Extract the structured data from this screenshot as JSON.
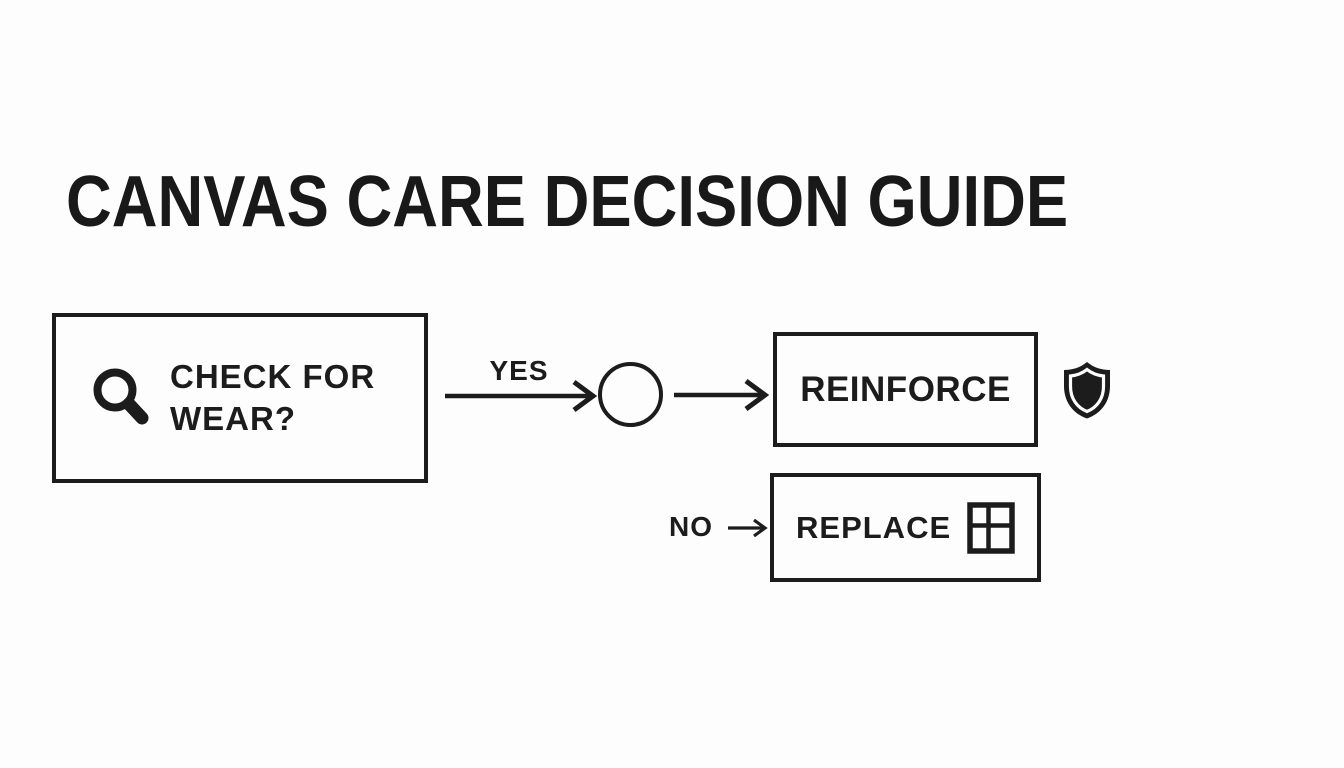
{
  "canvas": {
    "background": "#fdfdfd",
    "ink": "#1c1c1c"
  },
  "header": {
    "title": "CANVAS CARE DECISION GUIDE"
  },
  "flowchart": {
    "decision": {
      "label": "CHECK FOR\nWEAR?",
      "icon": "magnifier"
    },
    "branches": {
      "yes": {
        "label": "YES"
      },
      "no": {
        "label": "NO"
      }
    },
    "outcomes": {
      "reinforce": {
        "label": "REINFORCE",
        "icon": "shield"
      },
      "replace": {
        "label": "REPLACE",
        "icon": "window-grid"
      }
    }
  }
}
